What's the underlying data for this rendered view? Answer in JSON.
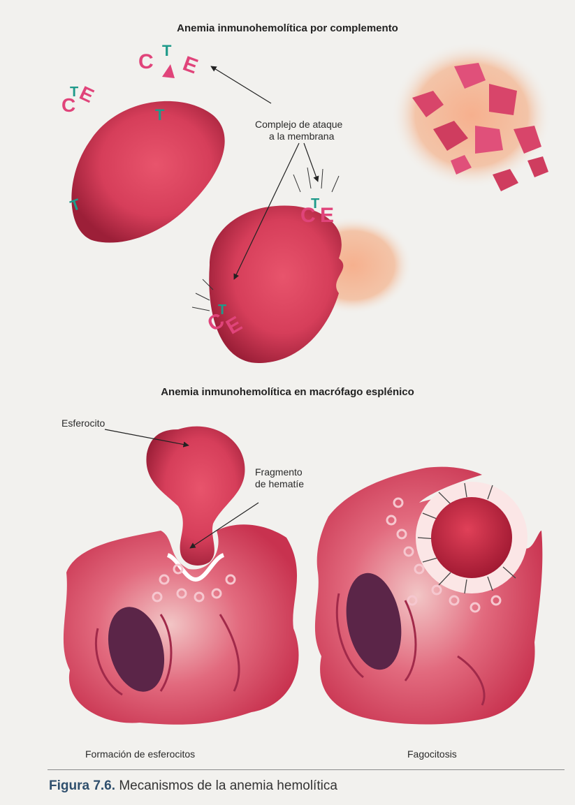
{
  "top_panel": {
    "title": "Anemia inmunohemolítica por complemento",
    "mac_label_line1": "Complejo de ataque",
    "mac_label_line2": "a la membrana"
  },
  "bottom_panel": {
    "title": "Anemia inmunohemolítica en macrófago esplénico",
    "spherocyte_label": "Esferocito",
    "fragment_label_line1": "Fragmento",
    "fragment_label_line2": "de hematíe",
    "left_caption": "Formación de esferocitos",
    "right_caption": "Fagocitosis"
  },
  "figure_caption": {
    "number": "Figura 7.6.",
    "text": "Mecanismos de la anemia hemolítica"
  },
  "complement_letters": [
    "C",
    "T",
    "E"
  ],
  "colors": {
    "cell": "#d63e5a",
    "cell_dark": "#a8243d",
    "complement_pink": "#e0447a",
    "complement_teal": "#1f9a8a",
    "macrophage": "#e3576e",
    "nucleus": "#5b2548",
    "caption_blue": "#2f4f6d"
  }
}
